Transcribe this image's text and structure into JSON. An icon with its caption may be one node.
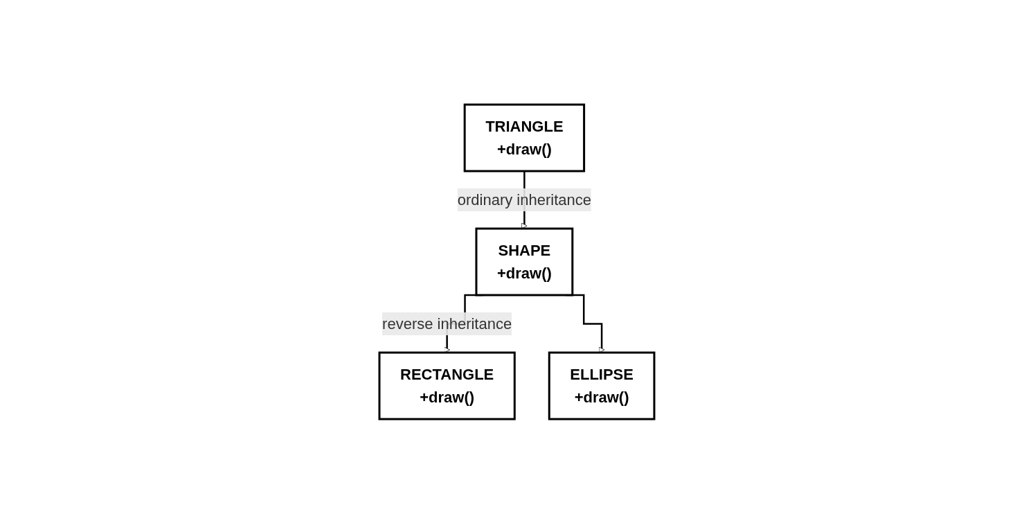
{
  "diagram": {
    "nodes": [
      {
        "text": [
          "SHAPE",
          "+draw()"
        ]
      },
      {
        "text": [
          "RECTANGLE",
          "+draw()"
        ]
      },
      {
        "text": [
          "ELLIPSE",
          "+draw()"
        ]
      },
      {
        "text": [
          "TRIANGLE",
          "+draw()"
        ]
      }
    ],
    "edges": [
      {
        "from": 0,
        "to": 1,
        "arrow": "to",
        "label": "reverse inheritance"
      },
      {
        "from": 0,
        "to": 2,
        "arrow": "to"
      },
      {
        "from": 3,
        "to": 0,
        "arrow": "to",
        "label": "ordinary inheritance"
      }
    ]
  }
}
